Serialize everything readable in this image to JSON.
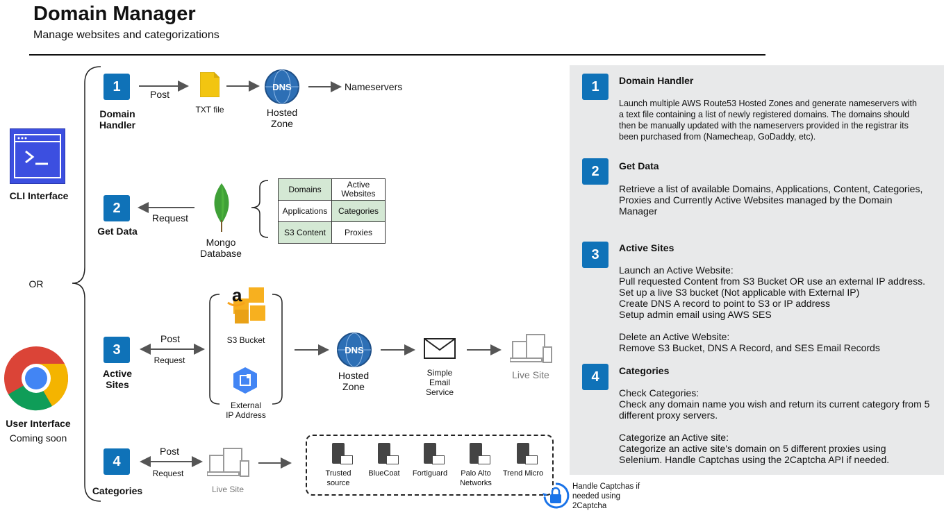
{
  "header": {
    "title": "Domain Manager",
    "subtitle": "Manage websites and categorizations"
  },
  "left": {
    "cli_label": "CLI Interface",
    "or_label": "OR",
    "ui_label": "User Interface",
    "ui_sub": "Coming soon"
  },
  "flows": {
    "f1": {
      "num": "1",
      "name_line1": "Domain",
      "name_line2": "Handler",
      "arrow_label": "Post",
      "txt_label": "TXT file",
      "zone_line1": "Hosted",
      "zone_line2": "Zone",
      "ns_label": "Nameservers"
    },
    "f2": {
      "num": "2",
      "name": "Get Data",
      "arrow_label": "Request",
      "db_line1": "Mongo",
      "db_line2": "Database",
      "table": [
        [
          "Domains",
          "Active\nWebsites"
        ],
        [
          "Applications",
          "Categories"
        ],
        [
          "S3 Content",
          "Proxies"
        ]
      ]
    },
    "f3": {
      "num": "3",
      "name_line1": "Active",
      "name_line2": "Sites",
      "post": "Post",
      "request": "Request",
      "s3_label": "S3 Bucket",
      "ext_line1": "External",
      "ext_line2": "IP Address",
      "zone_line1": "Hosted",
      "zone_line2": "Zone",
      "email_line1": "Simple",
      "email_line2": "Email",
      "email_line3": "Service",
      "live": "Live Site"
    },
    "f4": {
      "num": "4",
      "name": "Categories",
      "post": "Post",
      "request": "Request",
      "live": "Live Site",
      "proxies": [
        [
          "Trusted",
          "source"
        ],
        [
          "BlueCoat",
          ""
        ],
        [
          "Fortiguard",
          ""
        ],
        [
          "Palo Alto",
          "Networks"
        ],
        [
          "Trend Micro",
          ""
        ]
      ],
      "captcha_line1": "Handle Captchas if",
      "captcha_line2": "needed using",
      "captcha_line3": "2Captcha"
    }
  },
  "panel": {
    "s1": {
      "num": "1",
      "title": "Domain Handler",
      "text": "Launch multiple AWS Route53 Hosted Zones and generate nameservers with\na text file containing a list of newly registered domains. The domains should\nthen be manually updated with the nameservers provided in the registrar its\nbeen purchased from (Namecheap, GoDaddy, etc)."
    },
    "s2": {
      "num": "2",
      "title": "Get Data",
      "text": "Retrieve a list of available Domains, Applications, Content, Categories,\nProxies and Currently Active Websites managed by the Domain\nManager"
    },
    "s3": {
      "num": "3",
      "title": "Active Sites",
      "text": "Launch an Active Website:\nPull requested Content from S3 Bucket OR use an external IP address.\nSet up a live S3 bucket (Not applicable with External IP)\nCreate DNS A record to point to S3 or IP address\nSetup admin email using AWS SES\n\nDelete an Active Website:\nRemove S3 Bucket, DNS A Record, and SES Email Records"
    },
    "s4": {
      "num": "4",
      "title": "Categories",
      "text": "Check Categories:\nCheck any domain name you wish and return its current category from 5\ndifferent proxy servers.\n\nCategorize an Active site:\nCategorize an active site's domain on 5 different proxies using\nSelenium. Handle Captchas using the 2Captcha API if needed."
    }
  },
  "colors": {
    "accent": "#0f72b8",
    "panel_bg": "#e8e9ea",
    "table_green": "#d4e8d4",
    "dns_blue": "#2d6fb5"
  }
}
